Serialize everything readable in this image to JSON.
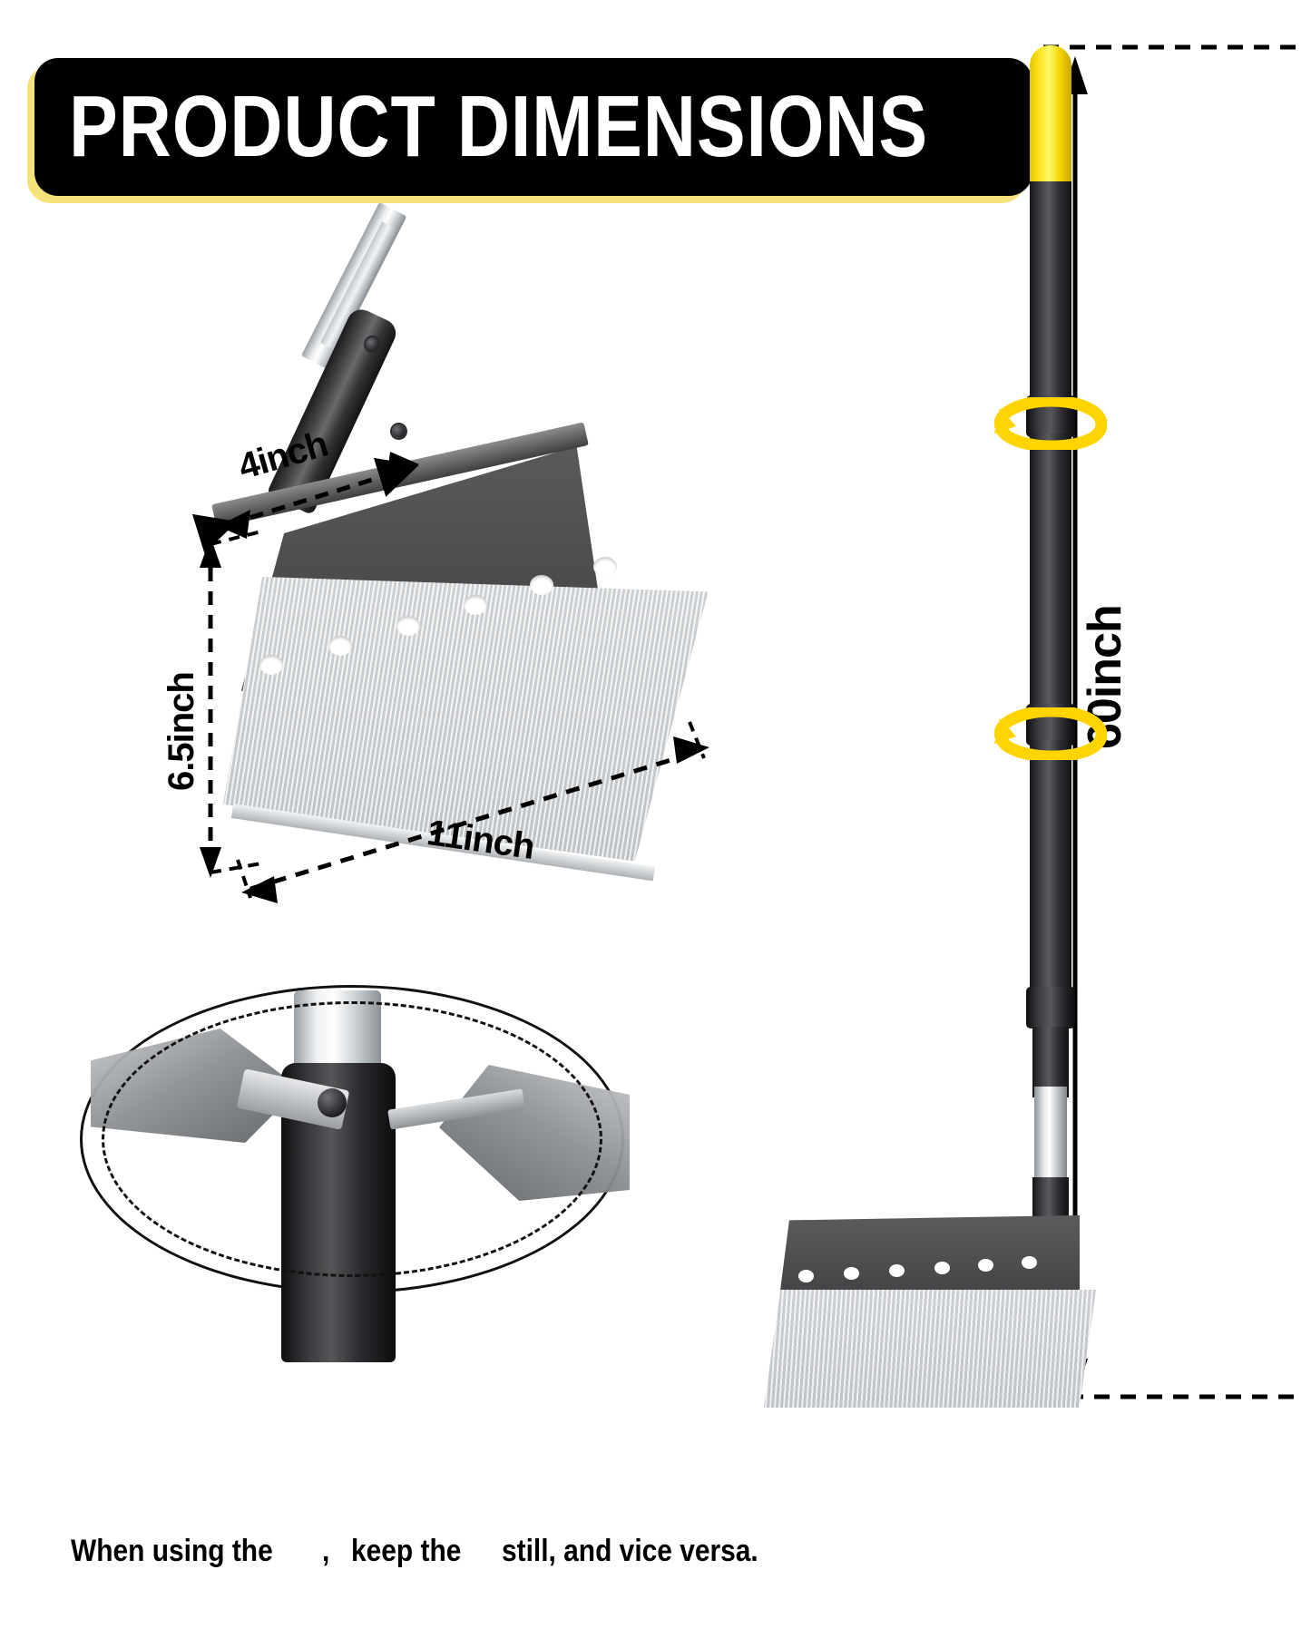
{
  "banner": {
    "title": "PRODUCT DIMENSIONS",
    "bg_color": "#000000",
    "text_color": "#ffffff",
    "shadow_color": "#f6e27a"
  },
  "dimensions": {
    "blade_depth": "4inch",
    "head_height": "6.5inch",
    "blade_width": "11inch",
    "total_length": "60inch"
  },
  "caption": {
    "part1": "When using the",
    "icon1": "wrench-icon",
    "part2": ",",
    "part3": "keep the",
    "icon2": "hex-key-icon",
    "part4": "still, and vice versa."
  },
  "colors": {
    "accent_yellow": "#ffe92b",
    "handle_black": "#1d1d1f",
    "blade_steel": "#cfd3d6",
    "head_gray": "#4d4d4f",
    "background": "#ffffff"
  },
  "labels": {
    "rotation_arrow": "twist-lock-rotation-arrow",
    "detail_callout": "assembly-detail-ellipse"
  }
}
